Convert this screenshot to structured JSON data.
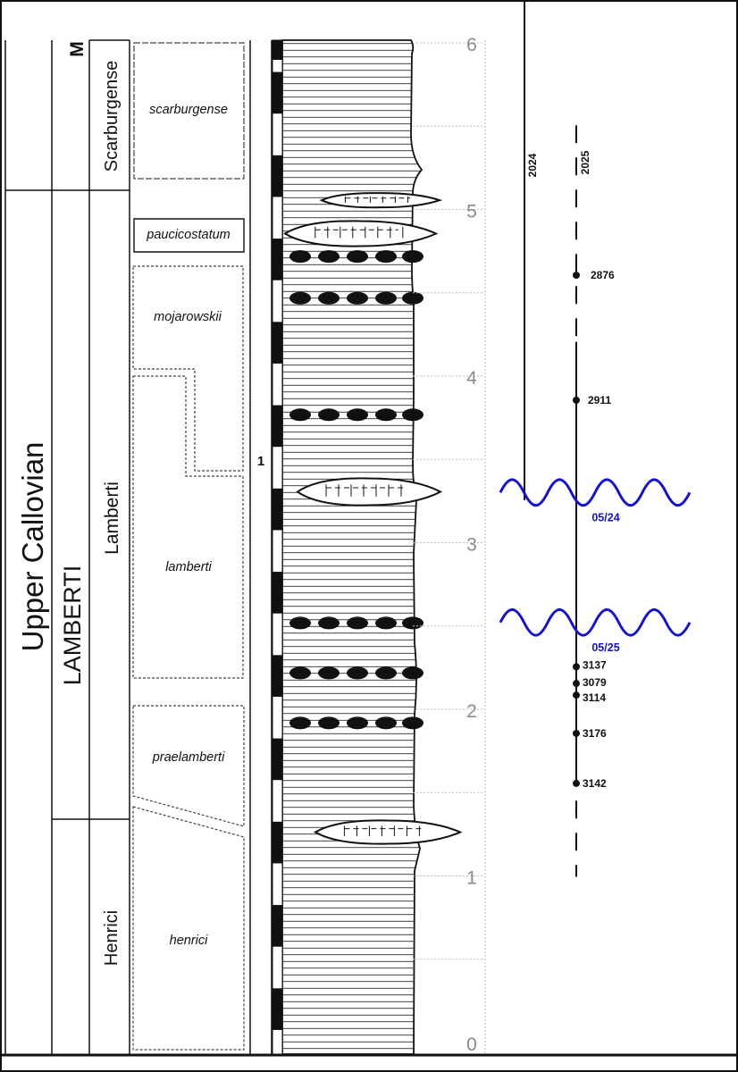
{
  "stage": {
    "name": "Upper Callovian"
  },
  "zone": {
    "name": "LAMBERTI",
    "top_abbrev": "M"
  },
  "subzones": [
    {
      "name": "Scarburgense"
    },
    {
      "name": "Lamberti"
    },
    {
      "name": "Henrici"
    }
  ],
  "horizons": [
    {
      "name": "scarburgense"
    },
    {
      "name": "paucicostatum"
    },
    {
      "name": "mojarowskii"
    },
    {
      "name": "lamberti"
    },
    {
      "name": "praelamberti"
    },
    {
      "name": "henrici"
    }
  ],
  "bed": {
    "number": "1"
  },
  "scale": {
    "unit": "",
    "min": 0,
    "max": 6,
    "labels": [
      "0",
      "1",
      "2",
      "3",
      "4",
      "5",
      "6"
    ]
  },
  "lithology": {
    "base": "clay",
    "concretion_lenses_at": [
      1.15,
      3.3,
      4.85,
      5.05
    ],
    "nodule_rows_at": [
      1.95,
      2.25,
      2.55,
      3.8,
      4.5,
      4.75
    ]
  },
  "sampling_lines": [
    {
      "year": "2024",
      "style": "solid",
      "top": 6.3,
      "bottom": 3.25
    },
    {
      "year": "2025",
      "style": "dashed-solid",
      "top": 5.5,
      "bottom": 1.0,
      "solid_from": 1.55,
      "solid_to": 4.2,
      "samples": [
        {
          "id": "2876",
          "depth": 4.6
        },
        {
          "id": "2911",
          "depth": 3.85
        },
        {
          "id": "3137",
          "depth": 2.25
        },
        {
          "id": "3079",
          "depth": 2.15
        },
        {
          "id": "3114",
          "depth": 2.08
        },
        {
          "id": "3176",
          "depth": 1.85
        },
        {
          "id": "3142",
          "depth": 1.55
        }
      ]
    }
  ],
  "events": [
    {
      "label": "05/24",
      "depth": 3.28
    },
    {
      "label": "05/25",
      "depth": 2.5
    }
  ],
  "colors": {
    "event_wave": "#1414c8",
    "ink": "#111111",
    "scale_grid": "#bdbdbd"
  }
}
